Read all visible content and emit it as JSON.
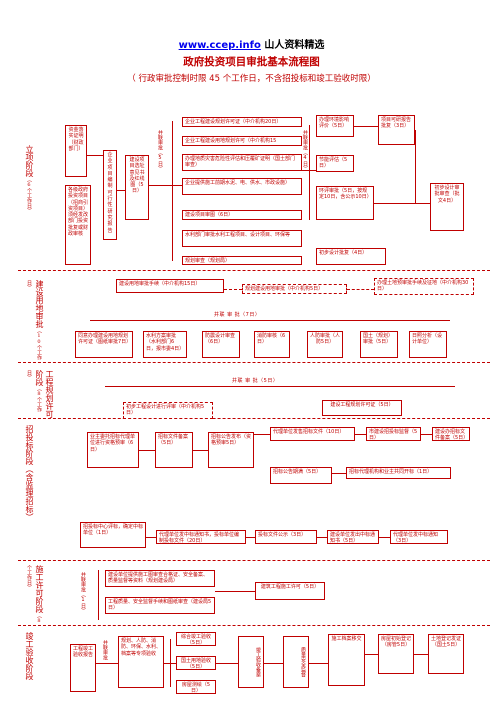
{
  "header": {
    "link": "www.ccep.info",
    "site": "山人资料精选"
  },
  "title": "政府投资项目审批基本流程图",
  "subtitle": "（ 行政审批控制时限 45 个工作日，不含招投标和竣工验收时限）",
  "stages": {
    "s1": {
      "name": "立项阶段",
      "time": "（6个工作日）"
    },
    "s2": {
      "name": "建设用地审批",
      "time": "（10个工作日）"
    },
    "s3": {
      "name": "工程规划许可阶段",
      "time": "（8个工作日）"
    },
    "s4": {
      "name": "招投标阶段（含监理招标）"
    },
    "s5": {
      "name": "施工许可阶段",
      "time": "（8个工作日）"
    },
    "s6": {
      "name": "竣工验收阶段"
    }
  },
  "labels": {
    "jia": "并联审批（5日）",
    "jia2": "并联审批（4日）",
    "shen7": "并联 审 批（7日）",
    "shen5": "并联 审 批（5日）",
    "shen2": "并联审批（1日）",
    "jun": "并联审批",
    "dot": "."
  },
  "s1": {
    "a": "资金落实证明（财政部门）",
    "b": "各级政府投资项目（招商引资项目）须经发改部门投资批复或财政审核",
    "c": "企业项目编制可行性研究报告",
    "d": "建设项目选址意见书及红线图（5日）",
    "e1": "企业工程建设规划许可证（中介机构20日）",
    "e2": "企业工程建设用地规划许可（中介机构15",
    "e3": "办理地质灾害危险性评估和压覆矿证明（国土部门审查）",
    "e4": "企业提供施工前期水泥、电、供水、市政设施）",
    "e5": "建设项目审图（6日）",
    "e6": "水利部门审批水利工程项目、设计项目、环保等",
    "e7": "规划审查（规划局）",
    "f1": "办理环境影响评价（5日）",
    "f2": "节能评估（5日）",
    "f3": "环评审批（5日，按规定10日，含公示10日）",
    "g1": "项目可研报告批复（3日）",
    "g2": "初步设计批复（4日）",
    "h": "初步设计审批审查（批文4日）"
  },
  "s2": {
    "a": "建设用地审批手续（中介机构15日）",
    "b": "规划建设用地审批（中介机构5日）",
    "c": "办理土地预审批手续及征地（中介机构30日）"
  },
  "s2b": {
    "a": "同意办理建设用地规划许可证（图纸审批7日）",
    "b": "水利方案审批（水利部门6日，报市委4日）",
    "c": "防震设计审查（6日）",
    "d": "消防审核（6日）",
    "e": "人防审批（人防5日）",
    "f": "国土（规划）审批（5日）",
    "g": "日照分析（设计单位）"
  },
  "s3": {
    "a": "初步工程设计进行评审（中介机构5日）",
    "b": "建设工程规划许可证（5日）"
  },
  "s4": {
    "a": "业主委托招标代理单位进行资格预审（6日）",
    "b": "招标文件备案（5日）",
    "c": "招标公告发布（资格预审5日）",
    "d": "代理单位发售招标文件（10日）",
    "e": "市建设招投标监督（5日）",
    "f": "建设办招标文件备案（5日）",
    "g": "招标公告期满（5日）",
    "h": "招标代理机构和业主共同开标（1日）"
  },
  "s4b": {
    "a": "招投标中心评标，确定中标单位（1日）",
    "b": "代理单位发中标通知书，投标单位编制投标文件（20日）",
    "c": "投标文件公示（3日）",
    "d": "建设单位发出中标通知书（5日）",
    "e": "代理单位发中标通知（3日）"
  },
  "s5": {
    "a": "建设单位提供施工图审查合格证、安全备案、质量监督等资料（规划建设局）",
    "b": "工程质量、安全监督手续和图纸审查（建设局5日）",
    "c": "建筑工程施工许可（5日）"
  },
  "s6": {
    "a": "工程竣工验收报告",
    "b": "规划、人防、消防、环保、水利、档案等专项验收",
    "c1": "综合竣工验收（5日）",
    "c2": "国土用地验收（5日）",
    "c3": "房屋测绘（5日）",
    "d": "竣工验收备案",
    "e": "质量安全监督",
    "f": "施工档案移交",
    "g": "房屋初始登记（房管5日）",
    "h": "土地登记发证（国土5日）"
  }
}
